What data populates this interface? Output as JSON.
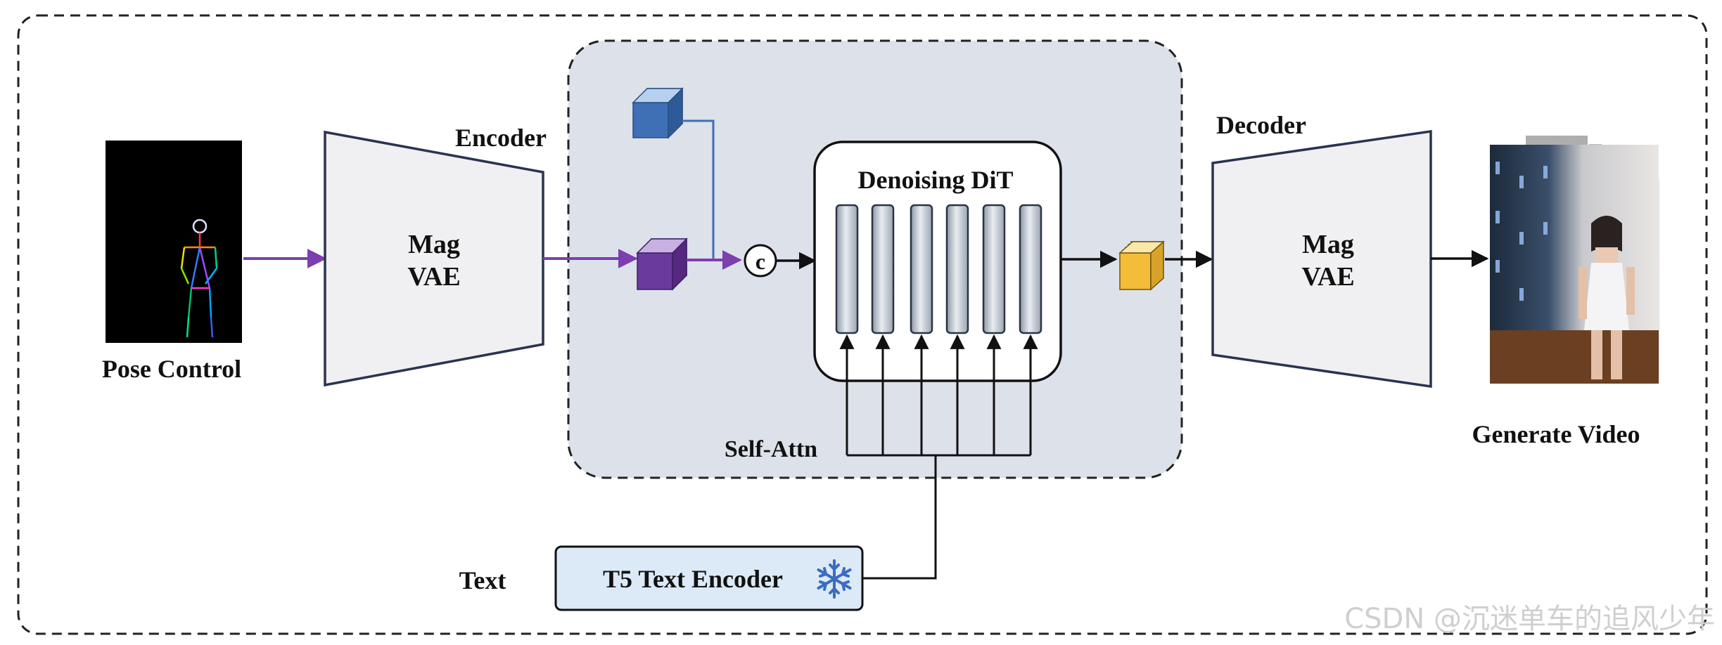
{
  "labels": {
    "encoder": "Encoder",
    "decoder": "Decoder",
    "encoder_vae_line1": "Mag",
    "encoder_vae_line2": "VAE",
    "decoder_vae_line1": "Mag",
    "decoder_vae_line2": "VAE",
    "denoising": "Denoising DiT",
    "self_attn": "Self-Attn",
    "concat": "c",
    "pose_control": "Pose Control",
    "generate_video": "Generate Video",
    "text": "Text",
    "t5_encoder": "T5 Text Encoder",
    "watermark": "CSDN @沉迷单车的追风少年"
  },
  "colors": {
    "latent_blue": "#3f6fb5",
    "latent_purple": "#6a3a9c",
    "latent_yellow": "#f3bd3a",
    "pose_arrow": "#7b3fb0",
    "noise_line": "#3f6fb5",
    "inner_panel": "#dde1ea",
    "t5_box": "#dce9f6",
    "snowflake": "#3a6cc2"
  },
  "icons": {
    "freeze": "snowflake-icon"
  }
}
